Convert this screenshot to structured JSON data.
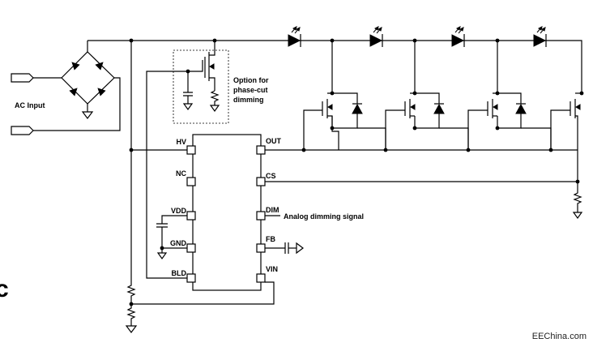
{
  "labels": {
    "ac_input": "AC Input",
    "option_line1": "Option for",
    "option_line2": "phase-cut",
    "option_line3": "dimming",
    "analog_dimming": "Analog dimming signal",
    "edge_char": "c"
  },
  "ic_pins": {
    "hv": "HV",
    "nc": "NC",
    "vdd": "VDD",
    "gnd": "GND",
    "bld": "BLD",
    "out": "OUT",
    "cs": "CS",
    "dim": "DIM",
    "fb": "FB",
    "vin": "VIN"
  },
  "watermark": "EEChina.com"
}
